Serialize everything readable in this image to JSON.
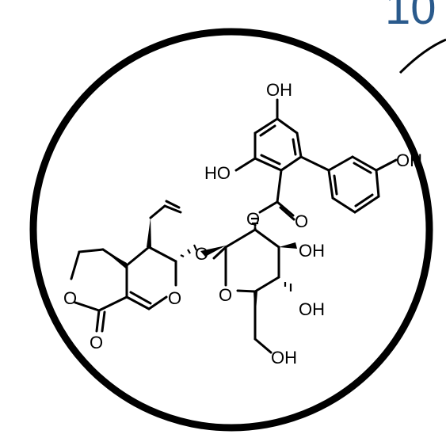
{
  "header": {
    "partial_text": "10",
    "color": "#2a5a8c"
  },
  "molecule": {
    "atoms": {
      "oh_top": "OH",
      "ho_left": "HO",
      "oh_right": "OH",
      "o_ester": "O",
      "o_link": "O",
      "o_glucose_ring": "O",
      "oh_c2": "OH",
      "oh_c3": "OH",
      "oh_c6": "OH",
      "o_dihydropyran": "O",
      "o_lactone": "O",
      "o_carbonyl": "O",
      "o_ester_carbonyl": "O"
    }
  },
  "colors": {
    "ink": "#000000",
    "background": "#ffffff"
  }
}
